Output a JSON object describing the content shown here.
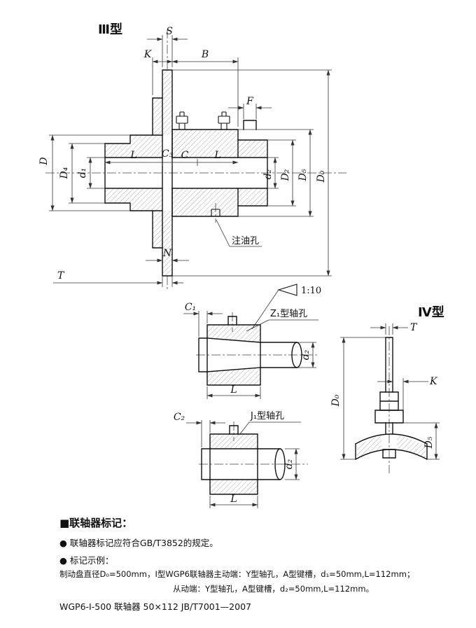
{
  "labels": {
    "type3": "Ⅲ型",
    "type4": "Ⅳ型",
    "S": "S",
    "K": "K",
    "B": "B",
    "F": "F",
    "D": "D",
    "D4": "D₄",
    "d1": "d₁",
    "L": "L",
    "C3": "C₃",
    "C": "C",
    "d2": "d₂",
    "D2": "D₂",
    "D5": "D₅",
    "D0": "D₀",
    "N": "N",
    "T": "T",
    "oil": "注油孔",
    "taper": "1:10",
    "C1": "C₁",
    "z1": "Z₁型轴孔",
    "C2": "C₂",
    "j1": "J₁型轴孔"
  },
  "notes": {
    "heading": "■联轴器标记：",
    "bullet1": "● 联轴器标记应符合GB/T3852的规定。",
    "bullet2": "● 标记示例：",
    "example_line1": "制动盘直径D₀=500mm，Ⅰ型WGP6联轴器主动端：Y型轴孔，A型键槽，d₁=50mm,L=112mm；",
    "example_line2": "从动端：Y型轴孔，A型键槽，d₂=50mm,L=112mm。",
    "designation": "WGP6-Ⅰ-500 联轴器 50×112  JB/T7001—2007"
  },
  "colors": {
    "object_line": "#111111",
    "dimension_line": "#333333",
    "background": "#ffffff"
  }
}
